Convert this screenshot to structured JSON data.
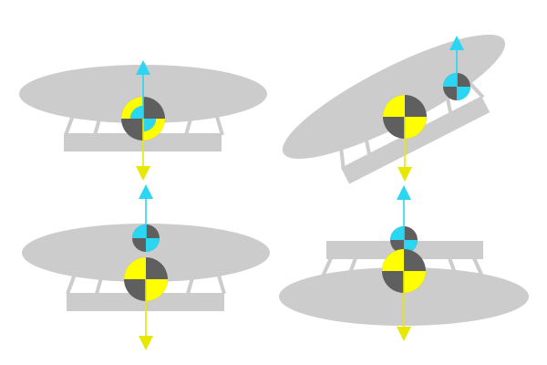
{
  "colors": {
    "background": "#ffffff",
    "body": "#cccccc",
    "marker_dark": "#5f5f5f",
    "marker_yellow": "#ffff00",
    "marker_cyan": "#2ad6f2",
    "arrow_cyan": "#2ad6f2",
    "arrow_yellow": "#e7e700"
  },
  "panels": [
    {
      "name": "panel-top-left",
      "icon": "airship-level",
      "orientation": "level",
      "markers": "concentric"
    },
    {
      "name": "panel-top-right",
      "icon": "airship-tilted",
      "orientation": "tilted",
      "markers": "separate"
    },
    {
      "name": "panel-bottom-left",
      "icon": "airship-level",
      "orientation": "level",
      "markers": "stacked"
    },
    {
      "name": "panel-bottom-right",
      "icon": "airship-inverted",
      "orientation": "inverted",
      "markers": "stacked"
    }
  ]
}
